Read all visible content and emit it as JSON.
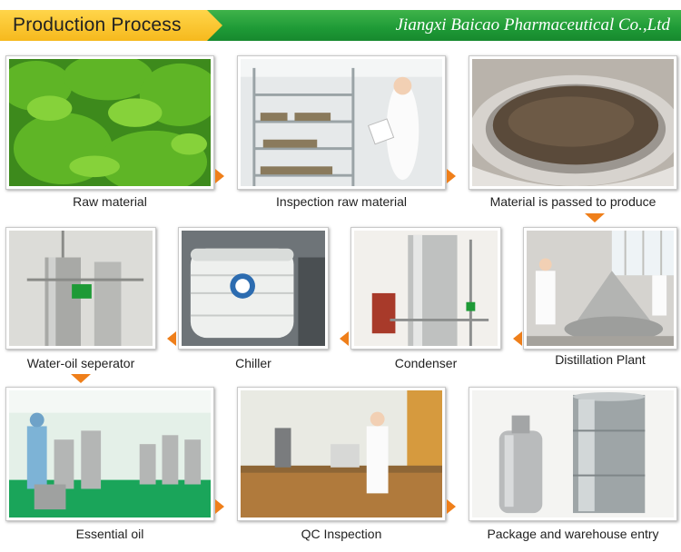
{
  "header": {
    "title": "Production Process",
    "company": "Jiangxi Baicao Pharmaceutical Co.,Ltd"
  },
  "steps": {
    "s1": "Raw material",
    "s2": "Inspection raw material",
    "s3": "Material is passed to produce",
    "s4": "Distillation Plant",
    "s5": "Condenser",
    "s6": "Chiller",
    "s7": "Water-oil seperator",
    "s8": "Essential oil",
    "s9": "QC Inspection",
    "s10": "Package and warehouse entry"
  },
  "colors": {
    "banner_green": "#1e9a36",
    "banner_yellow": "#f6b91d",
    "arrow_orange": "#ef7f1a"
  }
}
